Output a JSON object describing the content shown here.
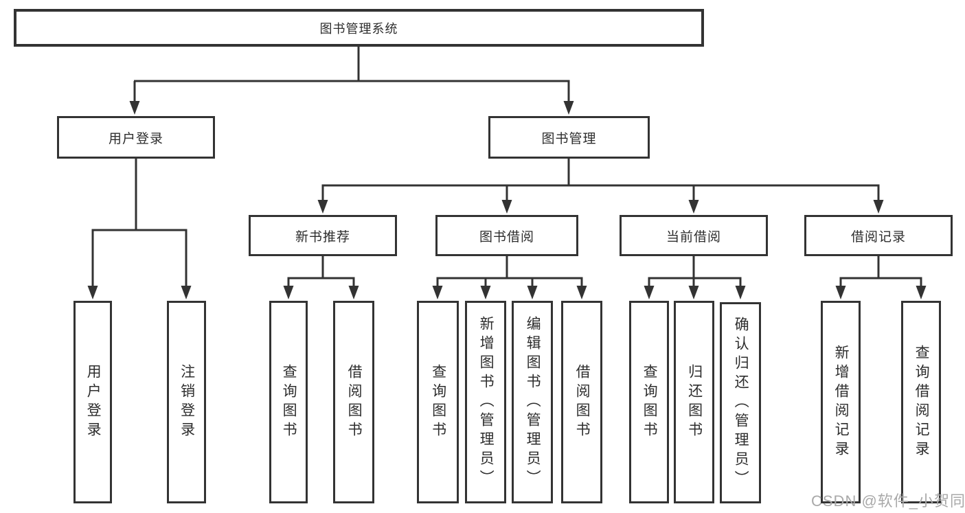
{
  "colors": {
    "line": "#333333",
    "text": "#2d2d2d",
    "watermark": "#a9a9a9",
    "background": "#ffffff"
  },
  "watermark": "CSDN @软件_小贺同学",
  "tree": {
    "root": "图书管理系统",
    "user_login": {
      "label": "用户登录",
      "children": [
        "用户登录",
        "注销登录"
      ]
    },
    "book_management": {
      "label": "图书管理",
      "groups": [
        {
          "label": "新书推荐",
          "children": [
            "查询图书",
            "借阅图书"
          ]
        },
        {
          "label": "图书借阅",
          "children": [
            "查询图书",
            "新增图书（管理员）",
            "编辑图书（管理员）",
            "借阅图书"
          ]
        },
        {
          "label": "当前借阅",
          "children": [
            "查询图书",
            "归还图书",
            "确认归还（管理员）"
          ]
        },
        {
          "label": "借阅记录",
          "children": [
            "新增借阅记录",
            "查询借阅记录"
          ]
        }
      ]
    }
  }
}
